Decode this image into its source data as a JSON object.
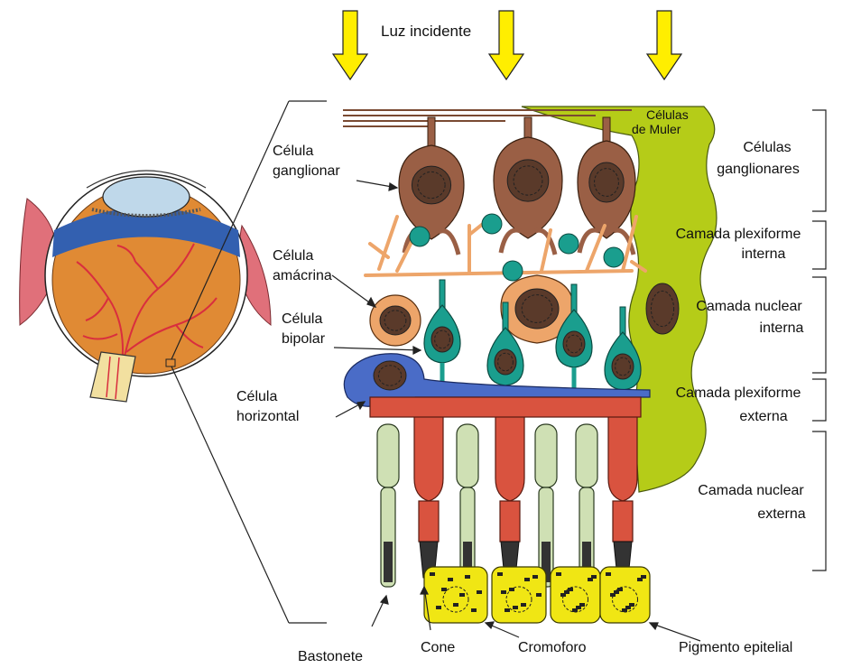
{
  "title": "Luz incidente",
  "left_labels": {
    "ganglion_line1": "Célula",
    "ganglion_line2": "ganglionar",
    "amacrine_line1": "Célula",
    "amacrine_line2": "amácrina",
    "bipolar_line1": "Célula",
    "bipolar_line2": "bipolar",
    "horizontal_line1": "Célula",
    "horizontal_line2": "horizontal"
  },
  "muller_label": {
    "line1": "Células",
    "line2": "de Muler"
  },
  "layers": [
    {
      "line1": "Células",
      "line2": "ganglionares"
    },
    {
      "line1": "Camada plexiforme",
      "line2": "interna"
    },
    {
      "line1": "Camada nuclear",
      "line2": "interna"
    },
    {
      "line1": "Camada plexiforme",
      "line2": "externa"
    },
    {
      "line1": "Camada nuclear",
      "line2": "externa"
    }
  ],
  "bottom_labels": {
    "rod": "Bastonete",
    "cone": "Cone",
    "chromophore": "Cromoforo",
    "pigment": "Pigmento epitelial"
  },
  "colors": {
    "arrow": "#ffee00",
    "muller": "#b5cc18",
    "ganglion": "#9a5f45",
    "amacrine": "#eda56a",
    "bipolar": "#1a9e8e",
    "horizontal": "#4a6cc7",
    "cone": "#d9533f",
    "rod": "#cfe0b4",
    "pigment": "#f0e614",
    "eye_orange": "#e08a34",
    "eye_blue": "#3360b0",
    "eye_red": "#d92e3e"
  }
}
